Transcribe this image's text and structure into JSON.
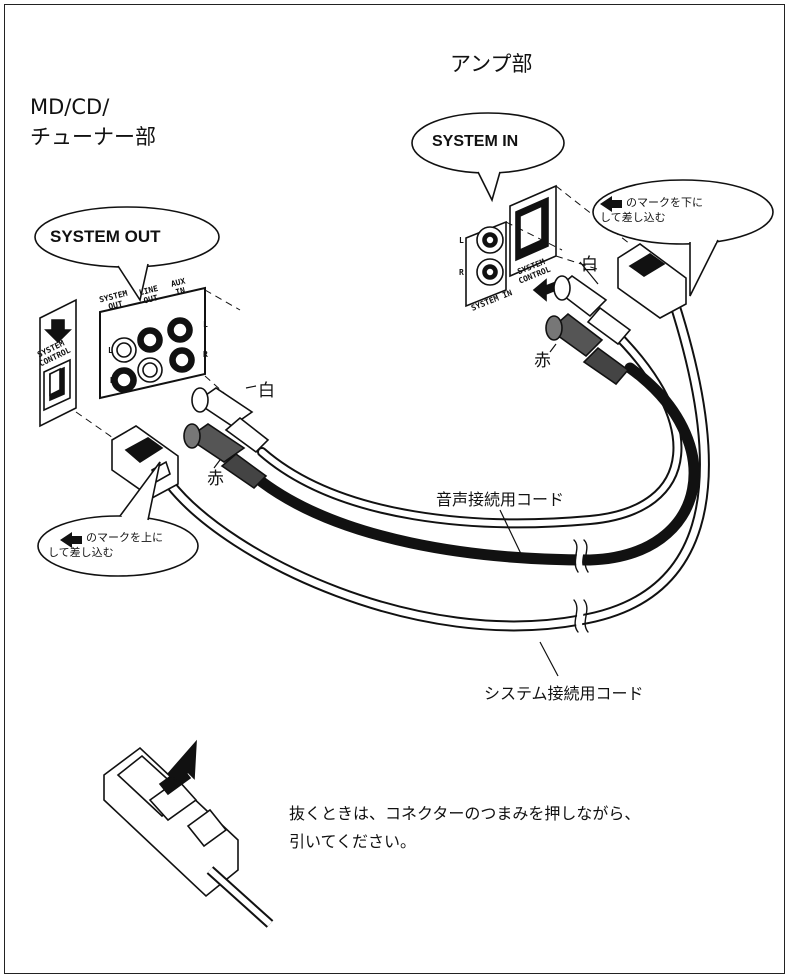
{
  "titles": {
    "amp_section": "アンプ部",
    "md_section_line1": "MD/CD/",
    "md_section_line2": "チューナー部"
  },
  "bubbles": {
    "system_out": "SYSTEM OUT",
    "system_in": "SYSTEM IN",
    "mark_down_line1": "のマークを下に",
    "mark_down_line2": "して差し込む",
    "mark_up_line1": "のマークを上に",
    "mark_up_line2": "して差し込む"
  },
  "panel_left": {
    "system_control": "SYSTEM\nCONTROL",
    "col_system_out": "SYSTEM\nOUT",
    "col_line_out": "LINE\nOUT",
    "col_aux_in": "AUX\nIN",
    "l": "L",
    "r": "R"
  },
  "panel_right": {
    "system_control": "SYSTEM\nCONTROL",
    "system_in": "SYSTEM IN",
    "l": "L",
    "r": "R"
  },
  "plug_labels": {
    "white_left": "白",
    "red_left": "赤",
    "white_right": "白",
    "red_right": "赤"
  },
  "cords": {
    "audio": "音声接続用コード",
    "system": "システム接続用コード"
  },
  "note": {
    "line1": "抜くときは、コネクターのつまみを押しながら、",
    "line2": "引いてください。"
  }
}
